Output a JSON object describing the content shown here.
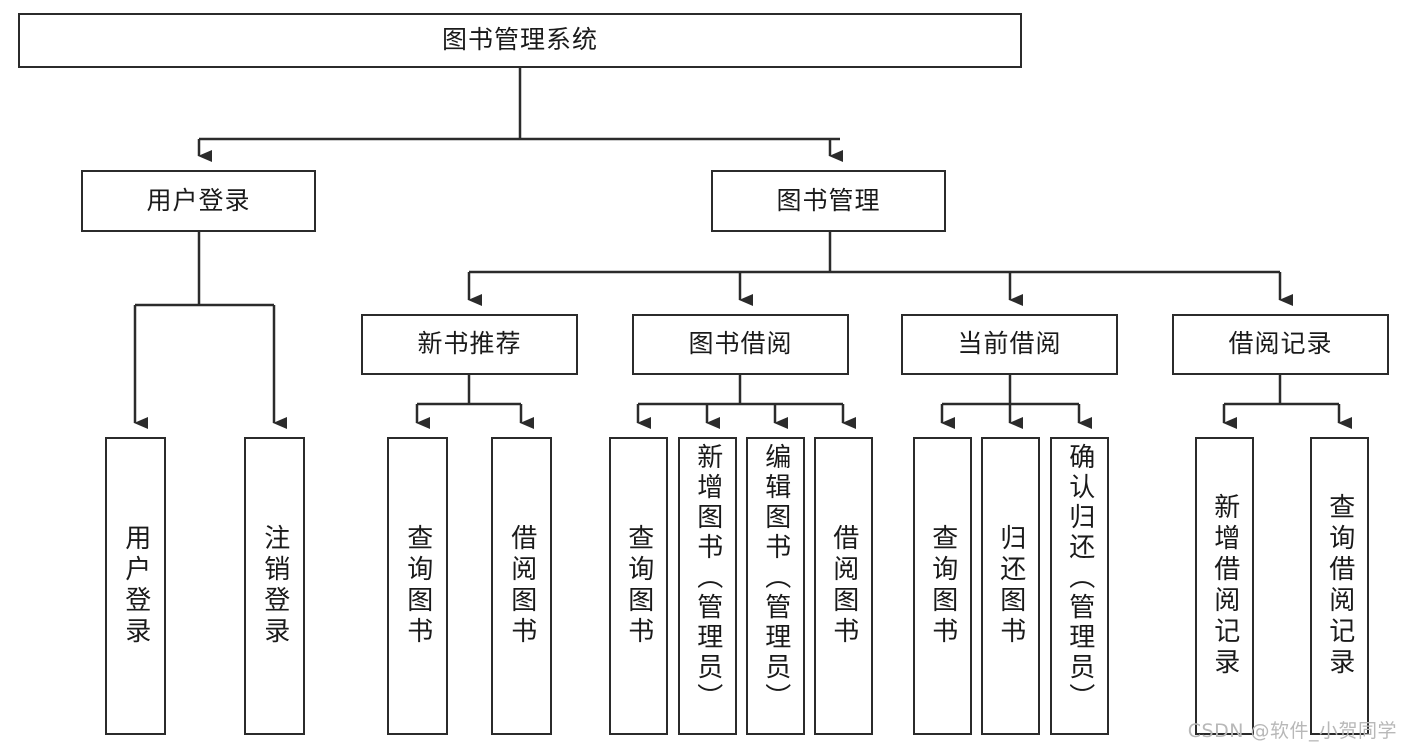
{
  "diagram": {
    "title": "图书管理系统",
    "type": "tree-hierarchy",
    "watermark": "CSDN @软件_小贺同学",
    "colors": {
      "node_border": "#2b2b2b",
      "node_fill": "#ffffff",
      "connector": "#2b2b2b",
      "text": "#1a1a1a",
      "watermark": "#b8b8b8",
      "background": "#ffffff"
    },
    "root": {
      "label": "图书管理系统"
    },
    "level2": [
      {
        "label": "用户登录"
      },
      {
        "label": "图书管理"
      }
    ],
    "level3": [
      {
        "label": "新书推荐"
      },
      {
        "label": "图书借阅"
      },
      {
        "label": "当前借阅"
      },
      {
        "label": "借阅记录"
      }
    ],
    "leaves": {
      "user_login": [
        {
          "label": "用户登录"
        },
        {
          "label": "注销登录"
        }
      ],
      "new_book_recommend": [
        {
          "label": "查询图书"
        },
        {
          "label": "借阅图书"
        }
      ],
      "book_borrow": [
        {
          "label": "查询图书"
        },
        {
          "label": "新增图书（管理员）"
        },
        {
          "label": "编辑图书（管理员）"
        },
        {
          "label": "借阅图书"
        }
      ],
      "current_borrow": [
        {
          "label": "查询图书"
        },
        {
          "label": "归还图书"
        },
        {
          "label": "确认归还（管理员）"
        }
      ],
      "borrow_record": [
        {
          "label": "新增借阅记录"
        },
        {
          "label": "查询借阅记录"
        }
      ]
    }
  }
}
